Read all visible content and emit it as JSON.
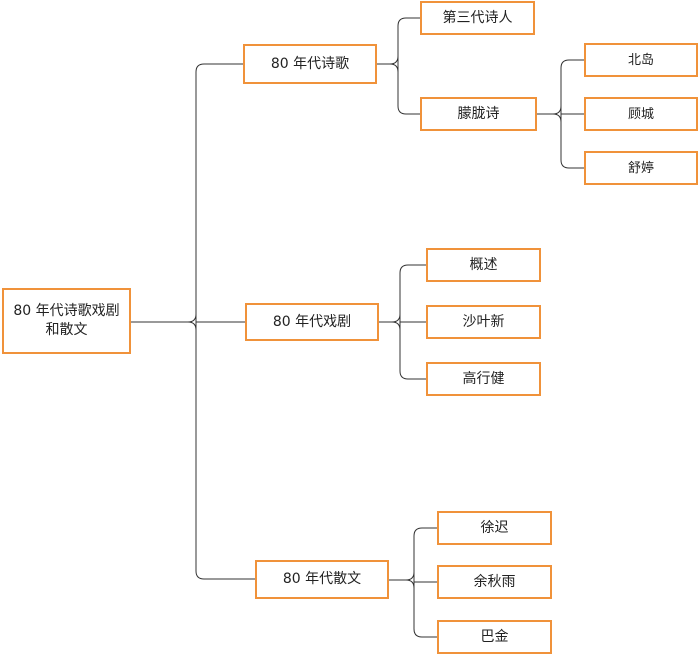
{
  "colors": {
    "node_border": "#f0923a",
    "connector": "#333333",
    "text": "#222222",
    "background": "#ffffff"
  },
  "root": {
    "label": "80 年代诗歌戏剧\n和散文"
  },
  "branches": [
    {
      "label": "80 年代诗歌",
      "children": [
        {
          "label": "第三代诗人"
        },
        {
          "label": "朦胧诗",
          "children": [
            {
              "label": "北岛"
            },
            {
              "label": "顾城"
            },
            {
              "label": "舒婷"
            }
          ]
        }
      ]
    },
    {
      "label": "80 年代戏剧",
      "children": [
        {
          "label": "概述"
        },
        {
          "label": "沙叶新"
        },
        {
          "label": "高行健"
        }
      ]
    },
    {
      "label": "80 年代散文",
      "children": [
        {
          "label": "徐迟"
        },
        {
          "label": "余秋雨"
        },
        {
          "label": "巴金"
        }
      ]
    }
  ]
}
